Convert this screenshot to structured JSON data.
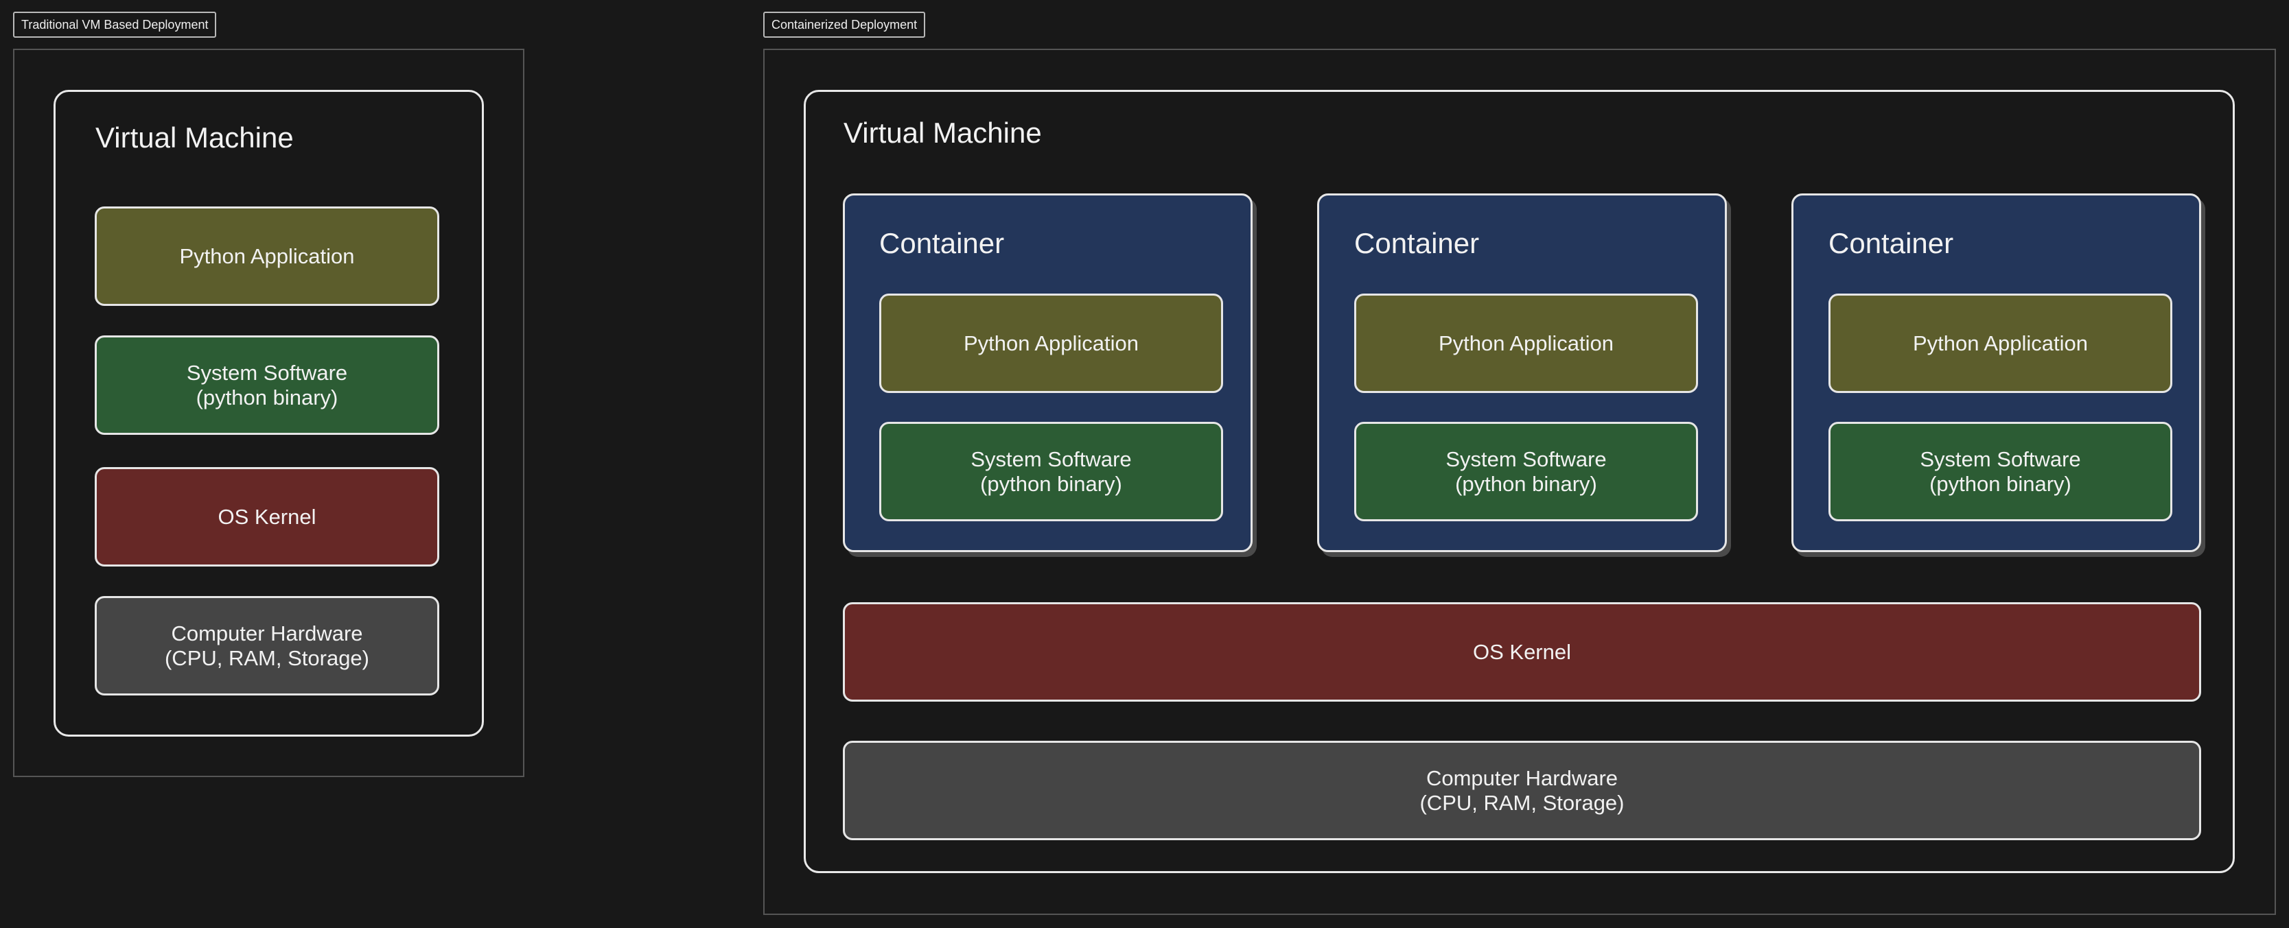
{
  "colors": {
    "background": "#181818",
    "app": "#5c5d2c",
    "system": "#2c5c34",
    "kernel": "#662826",
    "hardware": "#454545",
    "container": "#23365a"
  },
  "left_panel": {
    "label": "Traditional VM Based Deployment",
    "vm": {
      "title": "Virtual Machine",
      "layers": [
        {
          "text": "Python Application"
        },
        {
          "text": "System Software\n(python binary)"
        },
        {
          "text": "OS Kernel"
        },
        {
          "text": "Computer Hardware\n(CPU, RAM, Storage)"
        }
      ]
    }
  },
  "right_panel": {
    "label": "Containerized Deployment",
    "vm": {
      "title": "Virtual Machine",
      "containers": [
        {
          "title": "Container",
          "app": "Python Application",
          "system": "System Software\n(python binary)"
        },
        {
          "title": "Container",
          "app": "Python Application",
          "system": "System Software\n(python binary)"
        },
        {
          "title": "Container",
          "app": "Python Application",
          "system": "System Software\n(python binary)"
        }
      ],
      "kernel": "OS Kernel",
      "hardware": "Computer Hardware\n(CPU, RAM, Storage)"
    }
  }
}
